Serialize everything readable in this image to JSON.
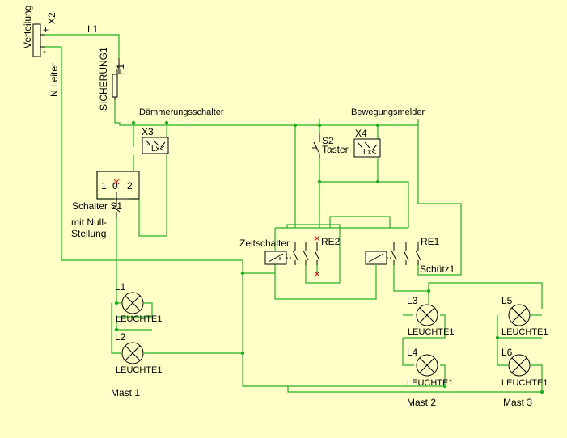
{
  "colors": {
    "background": "#ffffc8",
    "wire": "#22b022",
    "symbol": "#000000",
    "marker": "#d01010"
  },
  "labels": {
    "verteilung": "Verteilung",
    "x2": "X2",
    "plus": "+",
    "minus": "-",
    "l1": "L1",
    "n_leiter": "N Leiter",
    "sicherung": "SICHERUNG1",
    "f1": "F1",
    "daemmerung": "Dämmerungsschalter",
    "bewegung": "Bewegungsmelder",
    "x3": "X3",
    "x4": "X4",
    "lx1": "Lx<",
    "lx2": "Lx<",
    "s2": "S2",
    "taster": "Taster",
    "sw1": "1",
    "sw0": "0",
    "sw2": "2",
    "schalter_s1": "Schalter S1",
    "null_1": "mit Null-",
    "null_2": "Stellung",
    "zeitschalter": "Zeitschalter",
    "re2": "RE2",
    "re1": "RE1",
    "schuetz": "Schütz1",
    "lamp1_id": "L1",
    "lamp1_name": "LEUCHTE1",
    "lamp2_id": "L2",
    "lamp2_name": "LEUCHTE1",
    "lamp3_id": "L3",
    "lamp3_name": "LEUCHTE1",
    "lamp4_id": "L4",
    "lamp4_name": "LEUCHTE1",
    "lamp5_id": "L5",
    "lamp5_name": "LEUCHTE1",
    "lamp6_id": "L6",
    "lamp6_name": "LEUCHTE1",
    "mast1": "Mast 1",
    "mast2": "Mast 2",
    "mast3": "Mast 3"
  }
}
